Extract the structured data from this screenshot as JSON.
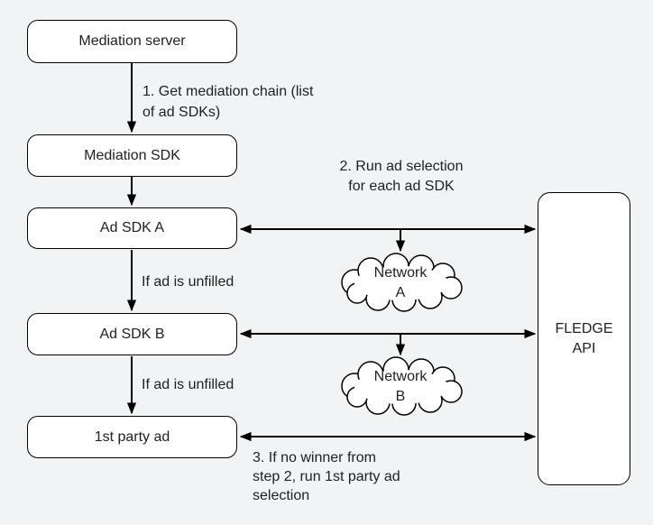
{
  "colors": {
    "background": "#f1f3f4",
    "node_fill": "#ffffff",
    "line": "#000000",
    "text": "#202124"
  },
  "nodes": {
    "mediation_server": {
      "label": "Mediation server"
    },
    "mediation_sdk": {
      "label": "Mediation SDK"
    },
    "ad_sdk_a": {
      "label": "Ad SDK A"
    },
    "ad_sdk_b": {
      "label": "Ad SDK B"
    },
    "first_party_ad": {
      "label": "1st party ad"
    },
    "fledge_api": {
      "label": "FLEDGE\nAPI"
    }
  },
  "clouds": {
    "network_a": {
      "label": "Network\nA"
    },
    "network_b": {
      "label": "Network\nB"
    }
  },
  "edge_labels": {
    "step1": "1. Get mediation chain (list\nof ad SDKs)",
    "step2": "2. Run ad selection\nfor each ad SDK",
    "unfilled_a": "If ad is unfilled",
    "unfilled_b": "If ad is unfilled",
    "step3": "3. If no winner from\nstep 2, run 1st party ad\nselection"
  }
}
